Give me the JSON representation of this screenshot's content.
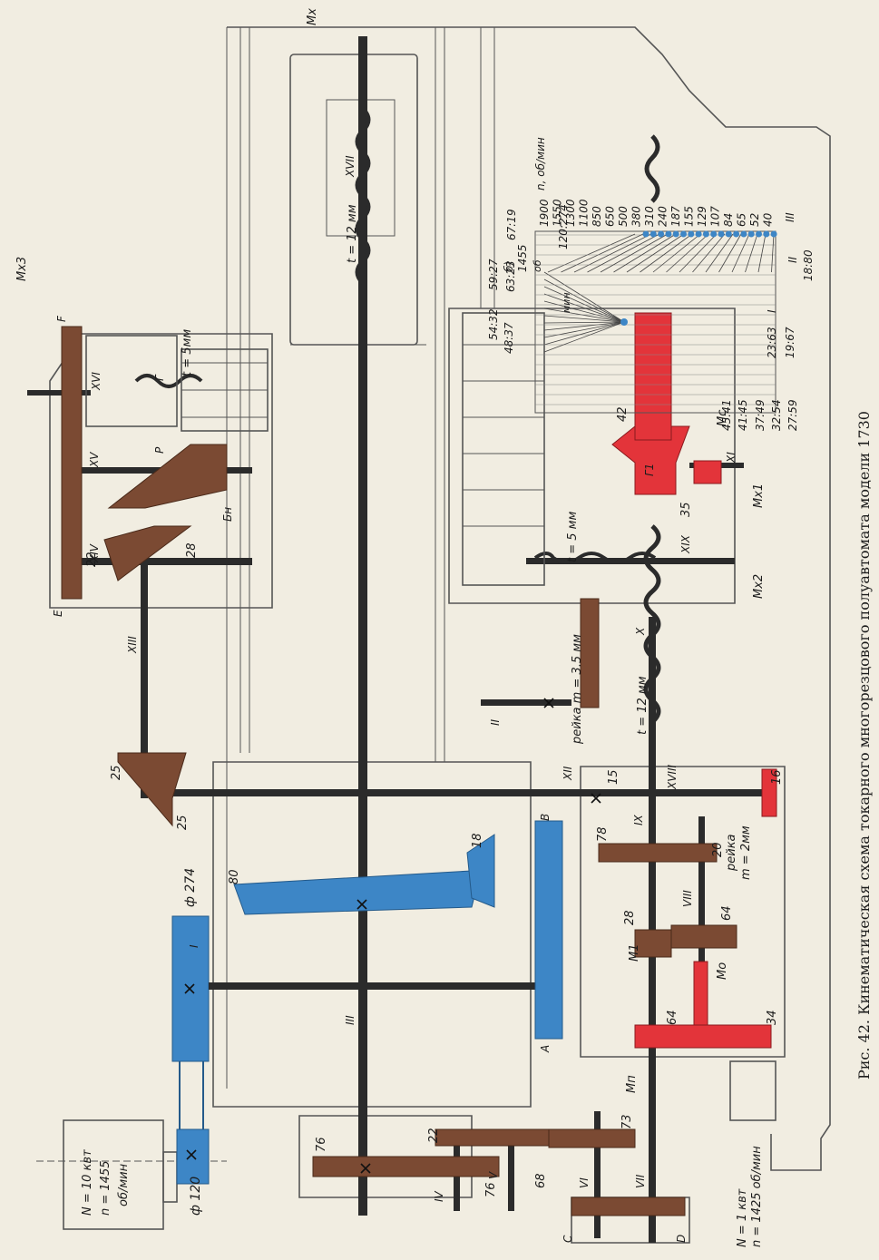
{
  "caption": "Рис. 42. Кинематическая схема токарного многорезцового полуавтомата модели 1730",
  "motor_main": {
    "power": "N = 10 квт",
    "speed": "n = 1455",
    "units": "об/мин"
  },
  "motor_aux": {
    "power": "N = 1 квт",
    "speed": "n = 1425 об/мин"
  },
  "pulleys": {
    "driven": "ф 274",
    "driver": "ф 120"
  },
  "shafts": [
    "I",
    "II",
    "III",
    "IV",
    "V",
    "VI",
    "VII",
    "VIII",
    "IX",
    "X",
    "XI",
    "XII",
    "XIII",
    "XIV",
    "XV",
    "XVI",
    "XVII",
    "XVIII",
    "XIX"
  ],
  "gears": {
    "g76a": "76",
    "g76b": "76",
    "g22": "22",
    "g68": "68",
    "g73": "73",
    "g80": "80",
    "g18": "18",
    "g28a": "28",
    "g64a": "64",
    "g64b": "64",
    "g34": "34",
    "g78": "78",
    "g20": "20",
    "g15": "15",
    "g16": "16",
    "g25a": "25",
    "g25b": "25",
    "g22b": "22",
    "g28b": "28",
    "g42": "42",
    "g35": "35"
  },
  "letters": {
    "A": "A",
    "B": "B",
    "C": "C",
    "D": "D",
    "E": "E",
    "F": "F",
    "G": "Г",
    "G1": "Г1",
    "R": "Р",
    "Bn": "Бн"
  },
  "clutches": {
    "Mp": "Мп",
    "M1": "М1",
    "Mo": "Мо",
    "Mc": "Мс"
  },
  "handles": {
    "Mx1": "Мх1",
    "Mx2": "Мх2",
    "Mx3": "Мх3",
    "Mx": "Мх"
  },
  "pitches": {
    "lead_main": "t = 12 мм",
    "lead_x": "t = 12 мм",
    "lead_xix": "t = 5 мм",
    "lead_xvi": "t = 5мм",
    "rack_a": "рейка m = 3.5 мм",
    "rack_b_1": "рейка",
    "rack_b_2": "m = 2мм"
  },
  "speed_chart": {
    "label_b": "б)",
    "shaft_speed": "1455",
    "units_top": "об",
    "units_bottom": "мин",
    "ratio_belt": "120:274",
    "ratio_48_37": "48:37",
    "ratio_54_32": "54:32",
    "ratio_59_27": "59:27",
    "ratio_63_23": "63:23",
    "ratio_67_19": "67:19",
    "n_label": "n, об/мин",
    "speeds": [
      "1900",
      "1550",
      "1300",
      "1100",
      "850",
      "650",
      "500",
      "380",
      "310",
      "240",
      "187",
      "155",
      "129",
      "107",
      "84",
      "65",
      "52",
      "40"
    ],
    "stage_labels": [
      "I",
      "II",
      "III"
    ],
    "ratios_left": [
      "45:41",
      "41:45",
      "37:49",
      "32:54",
      "27:59"
    ],
    "ratios_mid": [
      "23:63",
      "19:67"
    ],
    "ratio_bottom": "18:80"
  }
}
